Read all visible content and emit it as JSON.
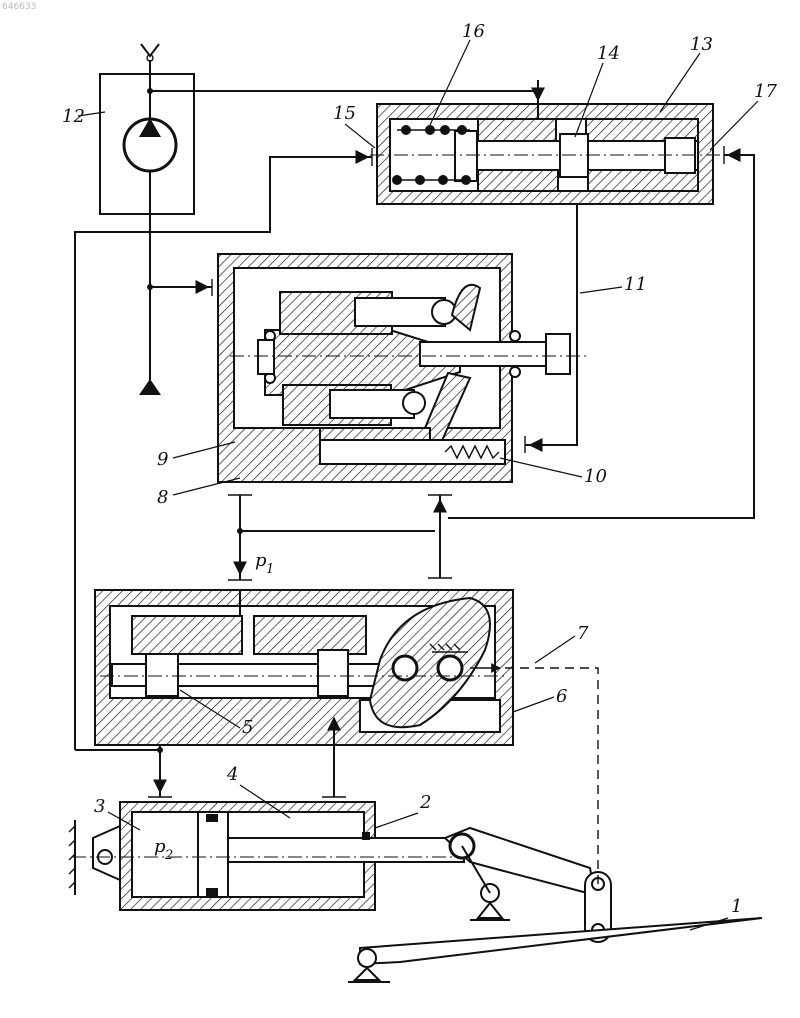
{
  "corner_number": "646633",
  "labels": {
    "n1": "1",
    "n2": "2",
    "n3": "3",
    "n4": "4",
    "n5": "5",
    "n6": "6",
    "n7": "7",
    "n8": "8",
    "n9": "9",
    "n10": "10",
    "n11": "11",
    "n12": "12",
    "n13": "13",
    "n14": "14",
    "n15": "15",
    "n16": "16",
    "n17": "17"
  },
  "pressures": {
    "p1_main": "p",
    "p1_sub": "1",
    "p2_main": "p",
    "p2_sub": "2"
  }
}
